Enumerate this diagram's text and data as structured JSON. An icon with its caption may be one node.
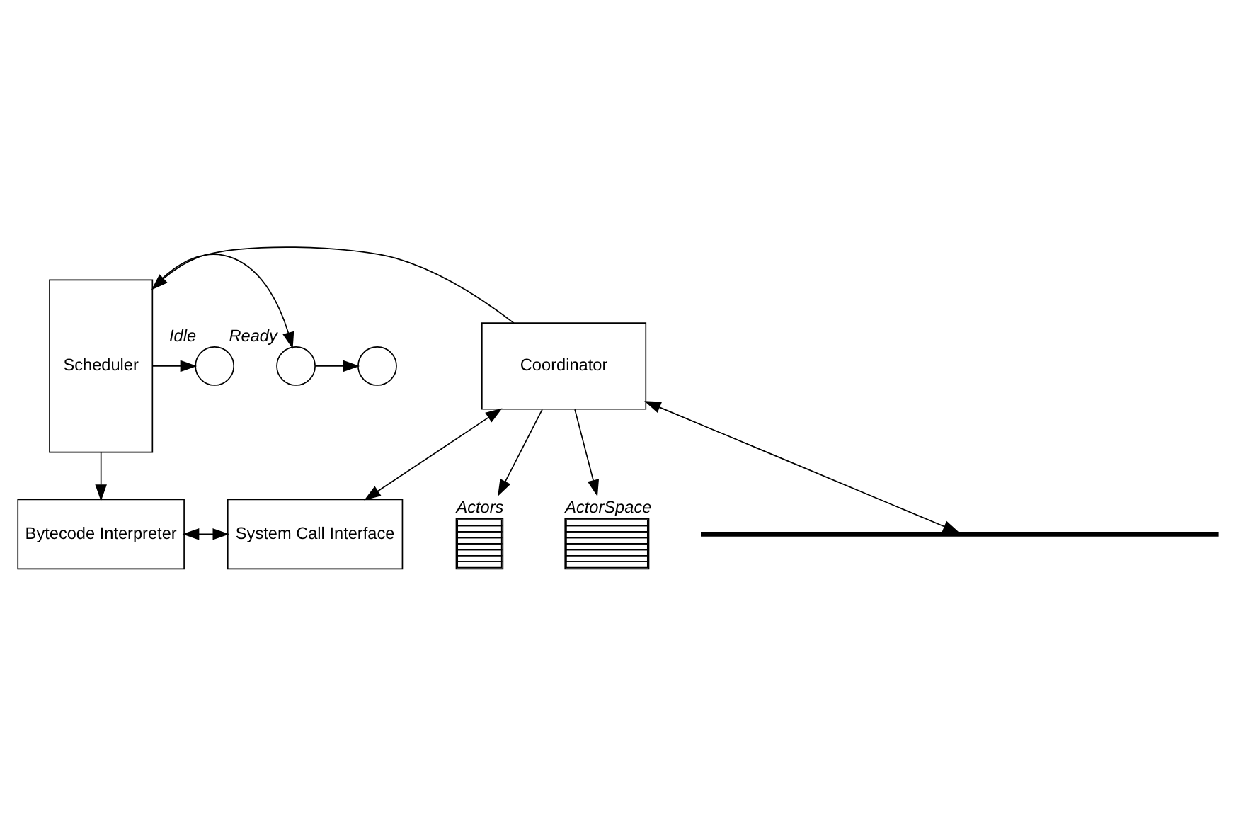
{
  "diagram": {
    "nodes": [
      {
        "text": [
          "Scheduler"
        ]
      },
      {
        "text": [],
        "shape": "circle",
        "beside": [
          "Ready"
        ]
      },
      {
        "text": [],
        "shape": "circle"
      },
      {
        "text": [],
        "shape": "circle",
        "beside": [
          "Idle"
        ]
      },
      {
        "text": [
          "Actors"
        ]
      },
      {
        "text": [
          "ActorSpace"
        ]
      },
      {
        "text": [
          "Coordinator"
        ]
      },
      {
        "text": [
          "Bytecode Interpreter"
        ]
      },
      {
        "text": [
          "System Call Interface"
        ]
      },
      {
        "text": [],
        "shape": "bar"
      }
    ],
    "edges": [
      {
        "from": 0,
        "to": 1,
        "arrow": "to"
      },
      {
        "from": 1,
        "to": 2,
        "arrow": "to"
      },
      {
        "from": 0,
        "to": 3,
        "arrow": "to"
      },
      {
        "from": 6,
        "to": 0,
        "arrow": "to"
      },
      {
        "from": 6,
        "to": 4,
        "arrow": "to"
      },
      {
        "from": 6,
        "to": 5,
        "arrow": "to"
      },
      {
        "from": 0,
        "to": 7,
        "arrow": "to"
      },
      {
        "from": 7,
        "to": 8,
        "arrow": "both"
      },
      {
        "from": 8,
        "to": 6,
        "arrow": "both"
      },
      {
        "from": 6,
        "to": 9,
        "arrow": "both"
      }
    ]
  }
}
